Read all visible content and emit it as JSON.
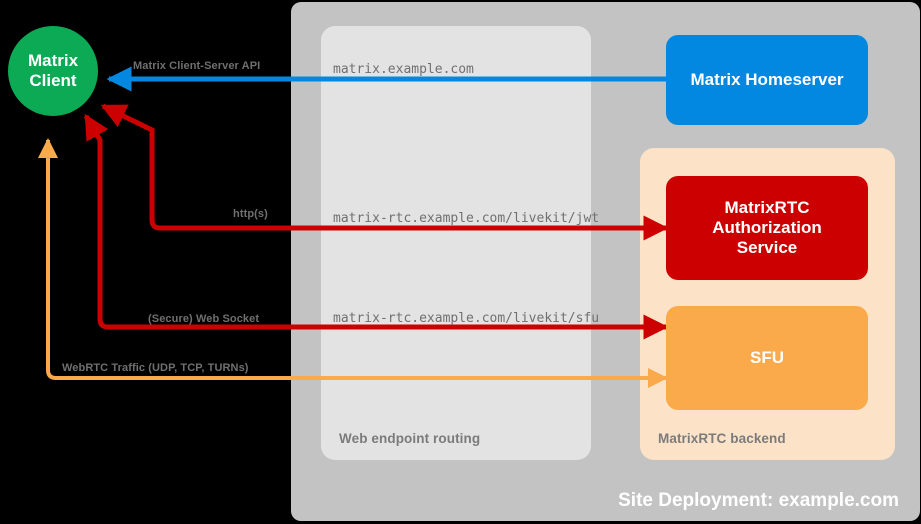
{
  "diagram": {
    "title": "Site Deployment: example.com",
    "background_color": "#000000"
  },
  "panels": {
    "site_deployment": {
      "label": "Site Deployment: example.com",
      "color": "#c3c3c3"
    },
    "web_endpoint_routing": {
      "label": "Web endpoint routing",
      "color": "#e3e3e3"
    },
    "matrixrtc_backend": {
      "label": "MatrixRTC backend",
      "color": "#fce3c8"
    }
  },
  "nodes": {
    "matrix_client": {
      "label": "Matrix\nClient",
      "line1": "Matrix",
      "line2": "Client",
      "color": "#0daa55",
      "shape": "circle"
    },
    "matrix_homeserver": {
      "label": "Matrix Homeserver",
      "color": "#0288e0",
      "shape": "rounded-rect"
    },
    "matrixrtc_authorization_service": {
      "line1": "MatrixRTC",
      "line2": "Authorization",
      "line3": "Service",
      "label": "MatrixRTC Authorization Service",
      "color": "#cc0000",
      "shape": "rounded-rect"
    },
    "sfu": {
      "label": "SFU",
      "color": "#fbaa4b",
      "shape": "rounded-rect"
    }
  },
  "edges": [
    {
      "id": "matrix-client-server-api",
      "label": "Matrix Client-Server API",
      "url": "matrix.example.com",
      "color": "#0288e0",
      "from": "matrix_homeserver",
      "to": "matrix_client",
      "direction": "left"
    },
    {
      "id": "https-jwt",
      "label": "http(s)",
      "url": "matrix-rtc.example.com/livekit/jwt",
      "color": "#cc0000",
      "from": "matrix_client",
      "to": "matrixrtc_authorization_service",
      "direction": "bidirectional"
    },
    {
      "id": "secure-web-socket",
      "label": "(Secure) Web Socket",
      "url": "matrix-rtc.example.com/livekit/sfu",
      "color": "#cc0000",
      "from": "matrix_client",
      "to": "sfu",
      "direction": "bidirectional"
    },
    {
      "id": "webrtc-traffic",
      "label": "WebRTC Traffic (UDP, TCP, TURNs)",
      "url": "",
      "color": "#fbaa4b",
      "from": "matrix_client",
      "to": "sfu",
      "direction": "bidirectional"
    }
  ],
  "edge_labels": {
    "cs_api": "Matrix Client-Server API",
    "https": "http(s)",
    "websocket": "(Secure) Web Socket",
    "webrtc": "WebRTC Traffic (UDP, TCP, TURNs)"
  },
  "urls": {
    "matrix": "matrix.example.com",
    "jwt": "matrix-rtc.example.com/livekit/jwt",
    "sfu": "matrix-rtc.example.com/livekit/sfu"
  }
}
